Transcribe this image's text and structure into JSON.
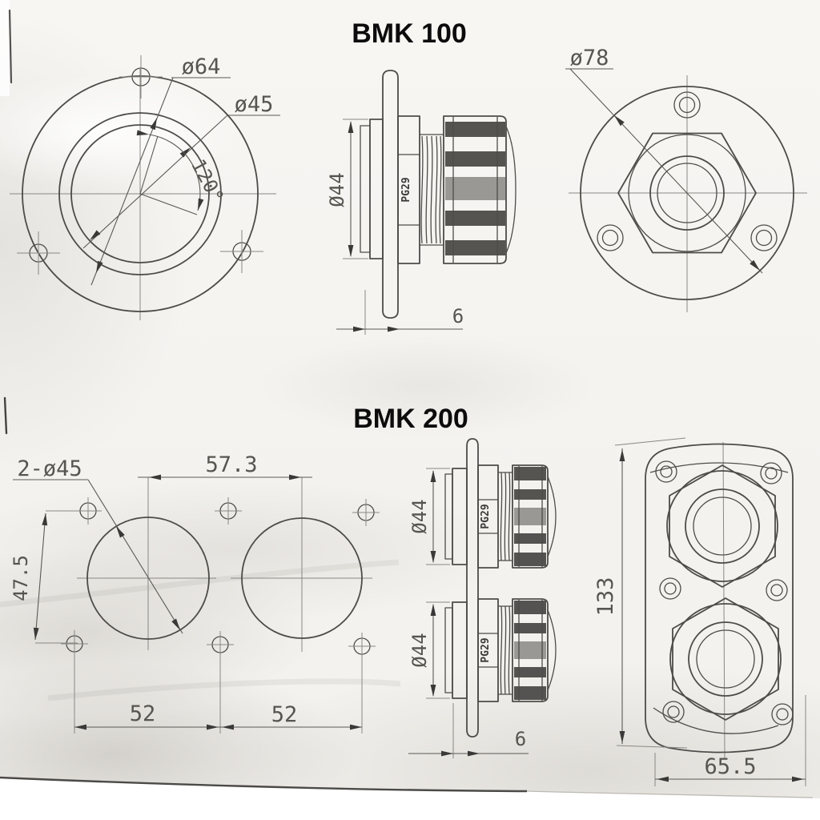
{
  "bmk100": {
    "title": "BMK 100",
    "front": {
      "bolt_circle": "ø64",
      "hole_dia": "ø45",
      "angle": "120°"
    },
    "side": {
      "body_dia": "Ø44",
      "thread": "PG29",
      "thickness": "6"
    },
    "rear": {
      "flange_dia": "ø78"
    }
  },
  "bmk200": {
    "title": "BMK 200",
    "front": {
      "holes": "2-ø45",
      "center_distance": "57.3",
      "row_spacing": "47.5",
      "pitch_left": "52",
      "pitch_right": "52"
    },
    "side": {
      "top_dia": "Ø44",
      "top_thread": "PG29",
      "bottom_dia": "Ø44",
      "bottom_thread": "PG29",
      "thickness": "6"
    },
    "rear": {
      "height": "133",
      "width": "65.5"
    }
  },
  "colors": {
    "drawing_line": "#4d4c49",
    "dimension_text": "#56554f",
    "title_text": "#0c0c0c",
    "gland_dark_band": "#484745",
    "gland_mid_band": "#908e8a",
    "paper": "#f6f4f1"
  }
}
